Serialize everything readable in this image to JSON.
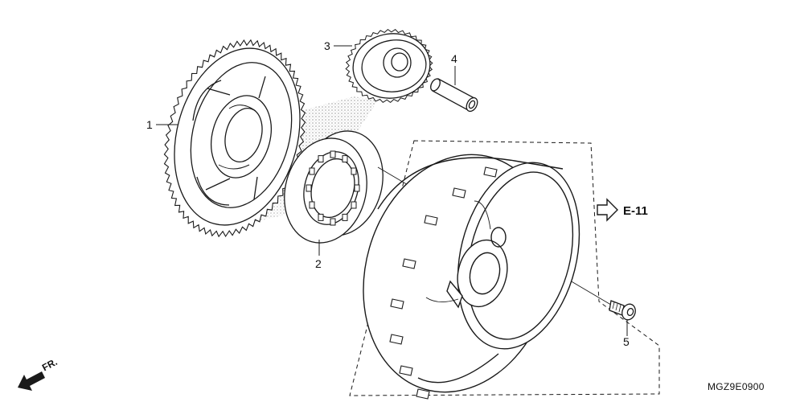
{
  "callouts": {
    "part_1": "1",
    "part_2": "2",
    "part_3": "3",
    "part_4": "4",
    "part_5": "5"
  },
  "reference": {
    "label": "E-11",
    "icon": "hollow-right-arrow-icon"
  },
  "front_indicator": {
    "label": "FR.",
    "icon": "front-direction-arrow-icon"
  },
  "diagram_code": "MGZ9E0900",
  "colors": {
    "line": "#1a1a1a",
    "shading": "#c8c8c8",
    "background": "#ffffff"
  }
}
